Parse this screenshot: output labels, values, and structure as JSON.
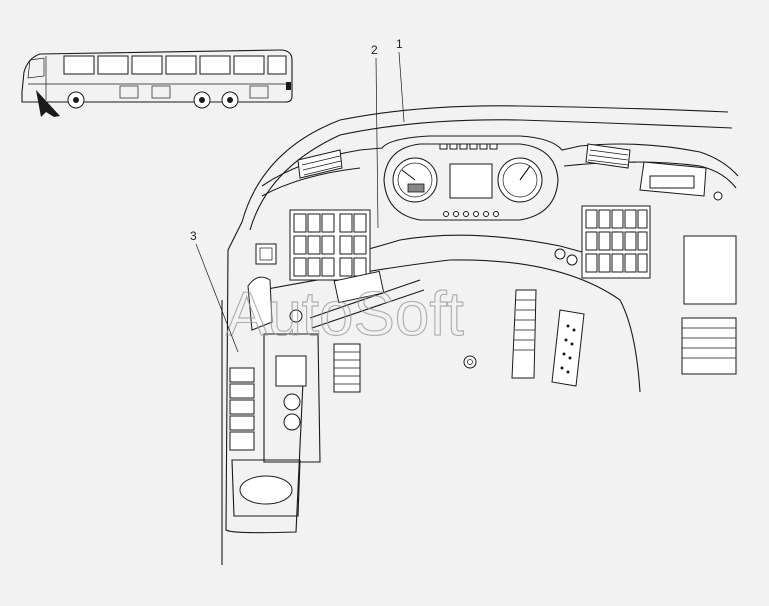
{
  "callouts": [
    {
      "id": "1",
      "label": "1"
    },
    {
      "id": "2",
      "label": "2"
    },
    {
      "id": "3",
      "label": "3"
    }
  ],
  "watermark": "AutoSoft",
  "icons": [
    "bus-outline-icon",
    "arrow-pointer-icon",
    "speedometer-icon",
    "tachometer-icon",
    "display-screen-icon"
  ]
}
